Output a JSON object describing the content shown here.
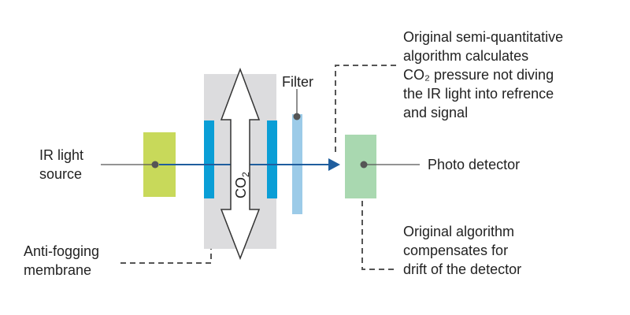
{
  "labels": {
    "ir_source": [
      "IR light",
      "source"
    ],
    "membrane": [
      "Anti-fogging",
      "membrane"
    ],
    "filter": "Filter",
    "photo_detector": "Photo detector",
    "semi_quant": [
      "Original semi-quantitative",
      "algorithm calculates",
      "CO₂ pressure not diving",
      "the IR light into refrence",
      "and signal"
    ],
    "drift": [
      "Original algorithm",
      "compensates for",
      "drift of the detector"
    ],
    "co2_main": "CO",
    "co2_sub": "2"
  },
  "colors": {
    "ir_source_block": "#c8d95a",
    "membrane_bars": "#0a9ed6",
    "chamber": "#dcdcde",
    "filter": "#9ccbe8",
    "detector": "#a9d8b0",
    "beam": "#1f5e9e",
    "leader_line": "#555555",
    "dashed_line": "#555555"
  }
}
